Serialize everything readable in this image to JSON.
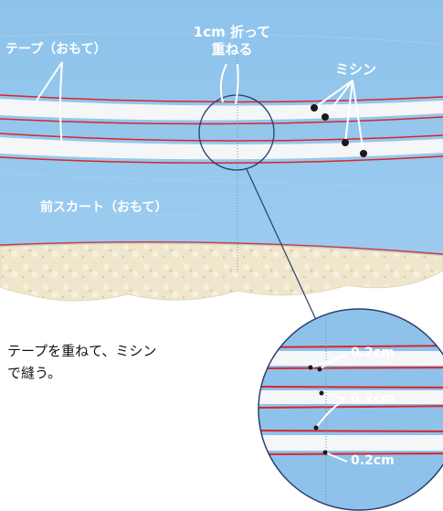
{
  "labels": {
    "tape_front": "テープ（おもて）",
    "fold_overlap_line1": "1cm 折って",
    "fold_overlap_line2": "重ねる",
    "machine_stitch": "ミシン",
    "front_skirt": "前スカート（おもて）"
  },
  "caption": {
    "line1": "テープを重ねて、ミシン",
    "line2": "で縫う。"
  },
  "zoom": {
    "measurements": [
      "0.2cm",
      "0.2cm",
      "0.2cm"
    ]
  },
  "colors": {
    "fabric_blue": "#8fc2ea",
    "tape_white": "#f4f6f8",
    "stitch_red": "#d8262a",
    "lace_cream": "#efe6cc",
    "label_text": "#ffffff"
  }
}
